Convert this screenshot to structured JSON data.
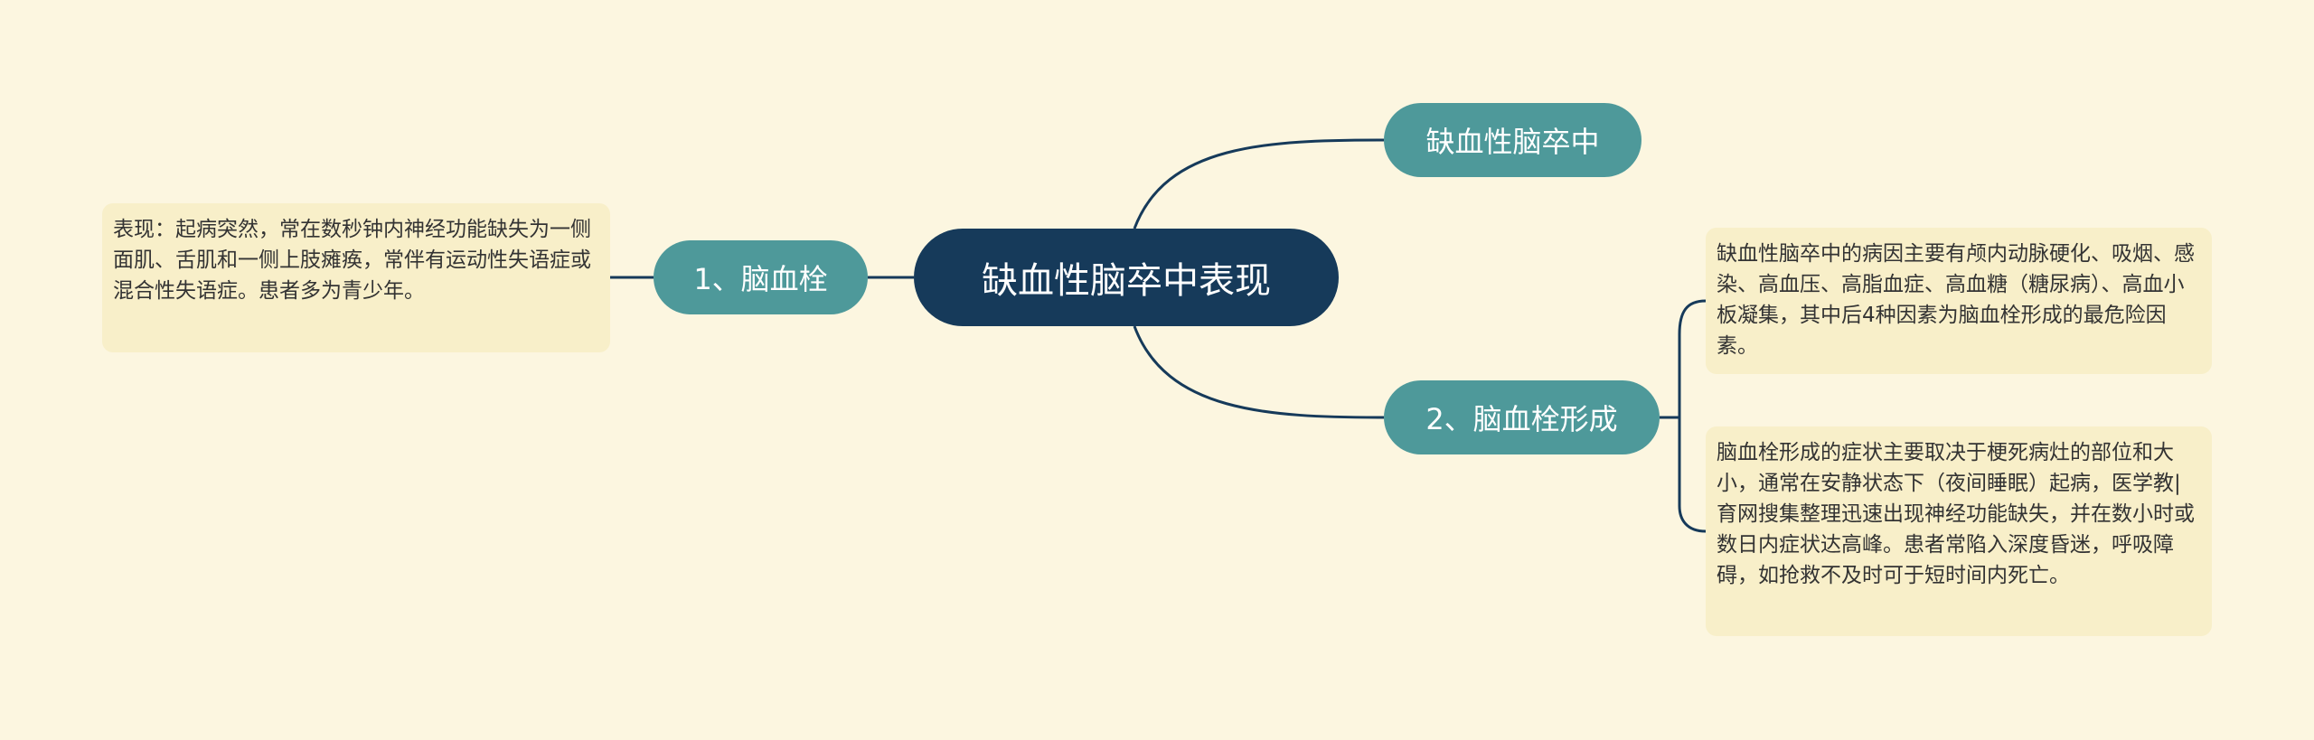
{
  "mindmap": {
    "root": "缺血性脑卒中表现",
    "topics": [
      {
        "label": "缺血性脑卒中"
      },
      {
        "label": "1、脑血栓"
      },
      {
        "label": "2、脑血栓形成"
      }
    ],
    "notes": [
      "表现：起病突然，常在数秒钟内神经功能缺失为一侧面肌、舌肌和一侧上肢瘫痪，常伴有运动性失语症或混合性失语症。患者多为青少年。",
      "缺血性脑卒中的病因主要有颅内动脉硬化、吸烟、感染、高血压、高脂血症、高血糖（糖尿病）、高血小板凝集，其中后4种因素为脑血栓形成的最危险因素。",
      "脑血栓形成的症状主要取决于梗死病灶的部位和大小，通常在安静状态下（夜间睡眠）起病，医学教|育网搜集整理迅速出现神经功能缺失，并在数小时或数日内症状达高峰。患者常陷入深度昏迷，呼吸障碍，如抢救不及时可于短时间内死亡。"
    ]
  },
  "colors": {
    "background": "#fcf6e0",
    "root_fill": "#163a5a",
    "topic_fill": "#4e999a",
    "note_fill": "#f8efc9",
    "connector": "#163a5a"
  }
}
